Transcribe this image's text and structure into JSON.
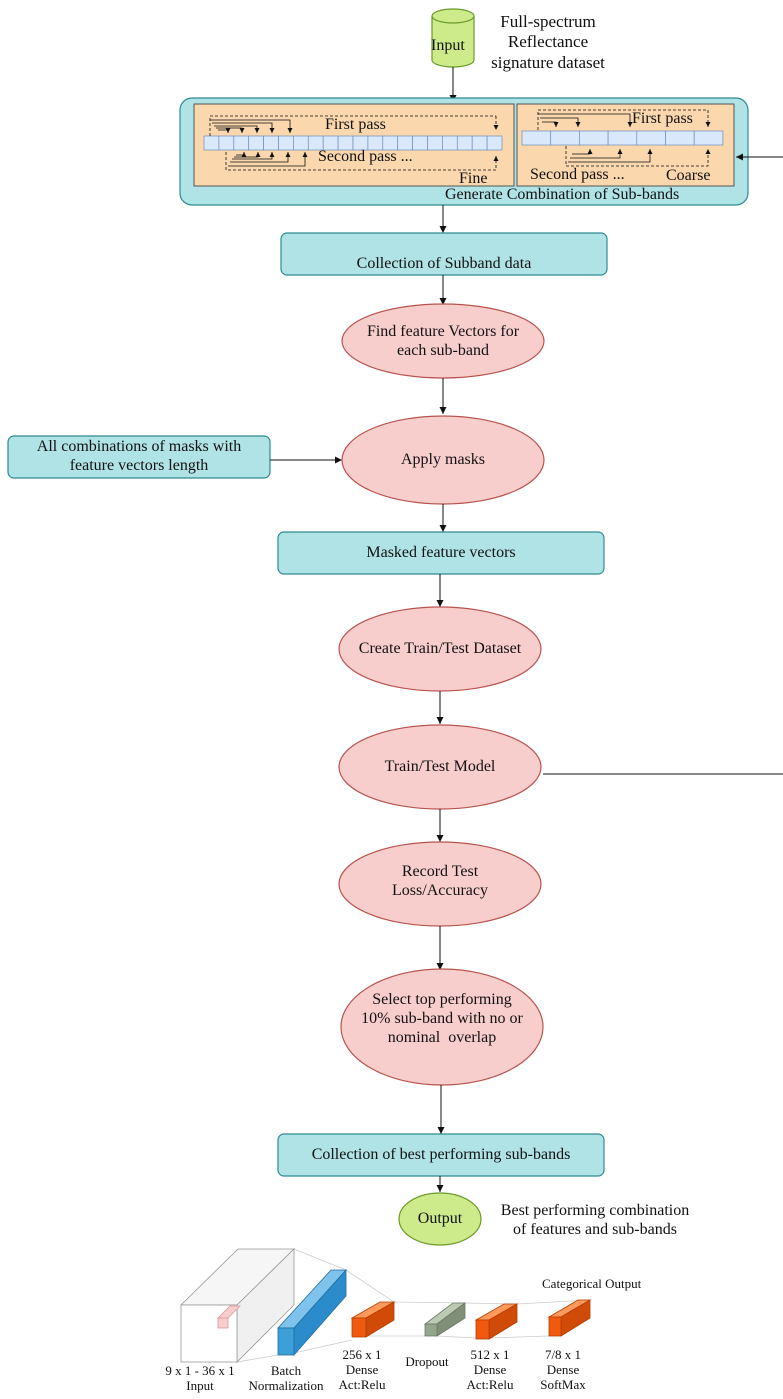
{
  "input": {
    "label": "Input",
    "caption_lines": [
      "Full-spectrum",
      "Reflectance",
      "signature dataset"
    ]
  },
  "subband_generation": {
    "title": "Generate Combination of Sub-bands",
    "fine": {
      "first_pass": "First pass",
      "second_pass": "Second pass ...",
      "label": "Fine"
    },
    "coarse": {
      "first_pass": "First pass",
      "second_pass": "Second pass ...",
      "label": "Coarse"
    }
  },
  "steps": {
    "collection_subband": "Collection of Subband data",
    "find_features": [
      "Find feature Vectors for",
      "each sub-band"
    ],
    "masks_source": [
      "All combinations of masks with",
      "feature vectors length"
    ],
    "apply_masks": "Apply masks",
    "masked_vectors": "Masked feature vectors",
    "create_dataset": "Create Train/Test Dataset",
    "train_test": "Train/Test Model",
    "record": [
      "Record Test",
      "Loss/Accuracy"
    ],
    "select_top": [
      "Select top performing",
      "10% sub-band with no or",
      "nominal  overlap"
    ],
    "collection_best": "Collection of best performing sub-bands"
  },
  "output": {
    "label": "Output",
    "caption_lines": [
      "Best performing combination",
      "of features and sub-bands"
    ]
  },
  "network": {
    "categorical_output": "Categorical Output",
    "layers": [
      {
        "lines": [
          "9 x 1 - 36 x 1",
          "Input"
        ]
      },
      {
        "lines": [
          "Batch",
          "Normalization"
        ]
      },
      {
        "lines": [
          "256 x 1",
          "Dense",
          "Act:Relu"
        ]
      },
      {
        "lines": [
          "Dropout"
        ]
      },
      {
        "lines": [
          "512 x 1",
          "Dense",
          "Act:Relu"
        ]
      },
      {
        "lines": [
          "7/8 x 1",
          "Dense",
          "SoftMax"
        ]
      }
    ]
  },
  "colors": {
    "teal_box": "#b0e3e6",
    "teal_border": "#2d8b91",
    "pink_ellipse": "#f8cecc",
    "pink_border": "#b85450",
    "green_terminal": "#cdeb8b",
    "green_border": "#6a9a28",
    "orange_panel": "#fad7ac",
    "band_cell": "#dae8fc",
    "batchnorm_blue": "#3c9fd8",
    "dense_orange": "#f05a0f",
    "dropout_green": "#94a58c"
  }
}
